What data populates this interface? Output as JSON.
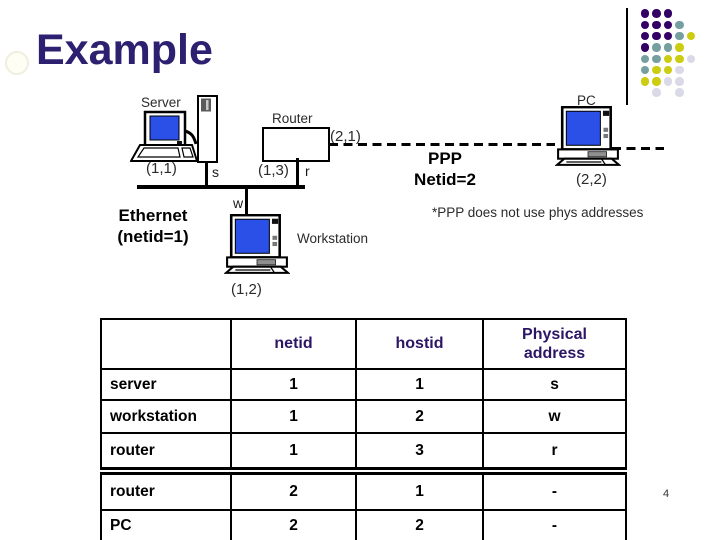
{
  "slide": {
    "title": "Example",
    "page_number": "4"
  },
  "decoration": {
    "rows": [
      "PPP",
      "PPPT",
      "PPPTY",
      "PTTY",
      "TTYYL",
      "TYYL",
      "YYLL",
      " L L"
    ],
    "dot_colors": {
      "P": "#330066",
      "T": "#76A0A0",
      "Y": "#CCCC11",
      "L": "#D9D9E8"
    }
  },
  "colors": {
    "title-purple": "#2E2070",
    "header-purple": "#2D1566",
    "screen-blue": "#2B50E8"
  },
  "diagram": {
    "server": {
      "label": "Server",
      "address": "(1,1)",
      "phys": "s"
    },
    "router": {
      "label": "Router",
      "ppp_address": "(2,1)",
      "eth_address": "(1,3)",
      "phys": "r"
    },
    "pc": {
      "label": "PC",
      "address": "(2,2)"
    },
    "workstation": {
      "label": "Workstation",
      "address": "(1,2)",
      "phys": "w"
    },
    "ppp": {
      "line1": "PPP",
      "line2": "Netid=2"
    },
    "ethernet": {
      "line1": "Ethernet",
      "line2": "(netid=1)"
    },
    "footnote": "*PPP does not use phys addresses"
  },
  "table": {
    "headers": [
      "",
      "netid",
      "hostid",
      "Physical address"
    ],
    "rows": [
      {
        "label": "server",
        "netid": "1",
        "hostid": "1",
        "phys": "s"
      },
      {
        "label": "workstation",
        "netid": "1",
        "hostid": "2",
        "phys": "w"
      },
      {
        "label": "router",
        "netid": "1",
        "hostid": "3",
        "phys": "r"
      },
      {
        "label": "router",
        "netid": "2",
        "hostid": "1",
        "phys": "-"
      },
      {
        "label": "PC",
        "netid": "2",
        "hostid": "2",
        "phys": "-"
      }
    ]
  }
}
